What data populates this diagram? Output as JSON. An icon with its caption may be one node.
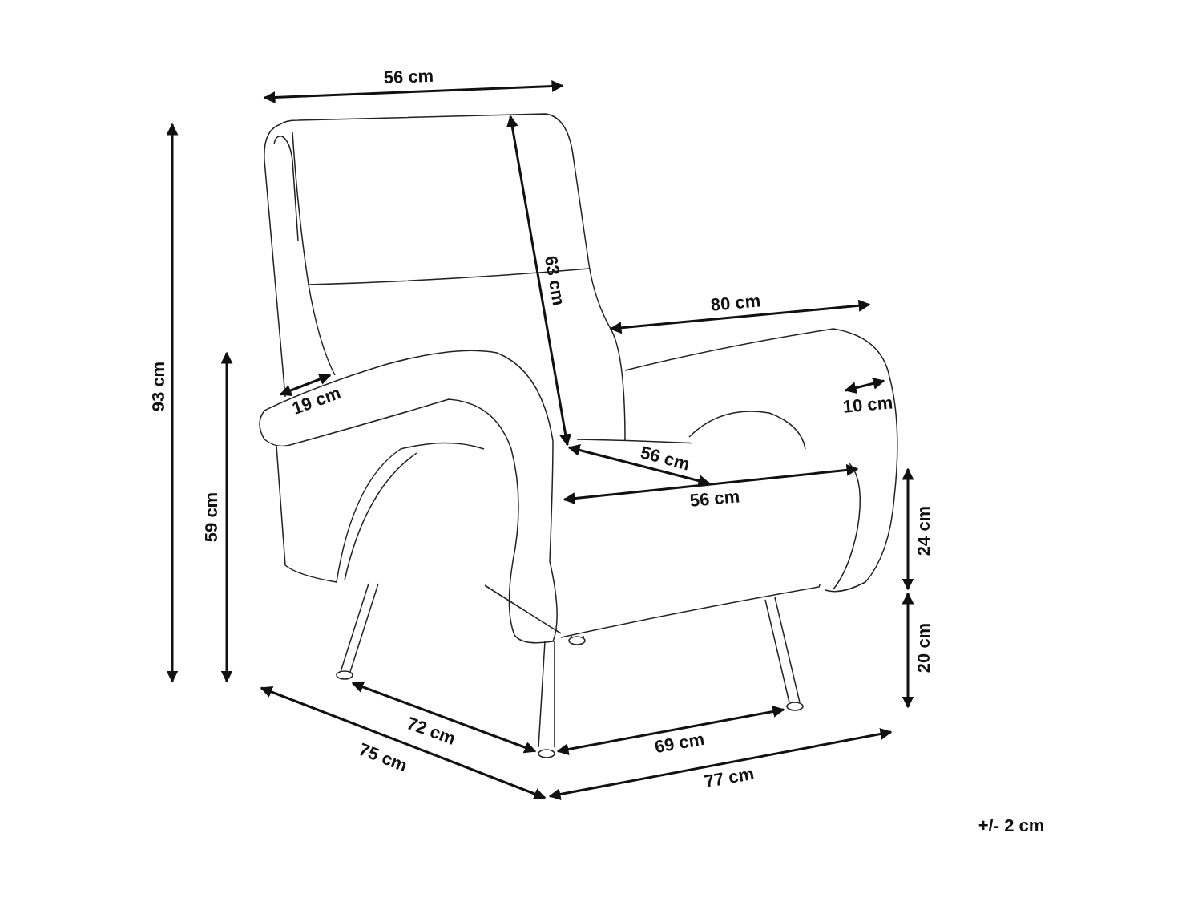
{
  "diagram": {
    "labels": [
      "56 cm",
      "93 cm",
      "63 cm",
      "80 cm",
      "19 cm",
      "10 cm",
      "59 cm",
      "56 cm",
      "56 cm",
      "24 cm",
      "20 cm",
      "72 cm",
      "69 cm",
      "75 cm",
      "77 cm",
      "+/- 2 cm"
    ]
  }
}
